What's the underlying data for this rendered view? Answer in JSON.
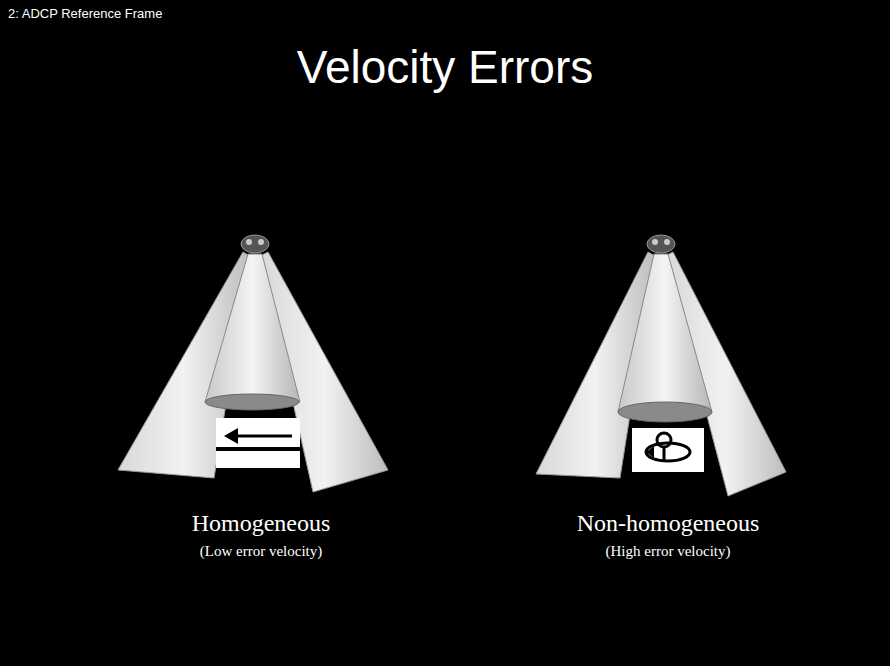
{
  "diagram": {
    "title": "Velocity Errors",
    "labels": [
      "2: ADCP Reference Frame",
      "Homogeneous",
      "(Low error velocity)",
      "Non-homogeneous",
      "(High error velocity)"
    ]
  }
}
